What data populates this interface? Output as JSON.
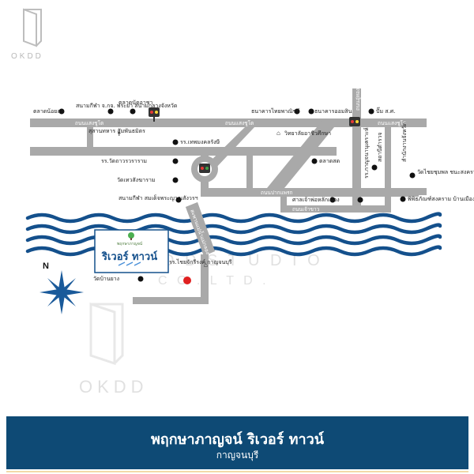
{
  "brand": {
    "logo_text": "OKDD",
    "watermark_line1": "O  K  D  D     S T U D I O",
    "watermark_line2": "C  O  .     L T D .",
    "watermark_bottom": "OKDD"
  },
  "compass": {
    "label": "N"
  },
  "roads": {
    "top_left": "ถนนแสงชูโต",
    "top_mid": "ถนนแสงชูโต",
    "top_right": "ถนนแสงชูโต",
    "mid_road": "ถนนปากแพรก",
    "mid_road2": "ถนนเจ้าขาว",
    "vertical_right": "ถนนอู่ทอง",
    "bridge_road": "สะพานแม่น้ำแม่กลอง"
  },
  "landmarks": [
    {
      "id": "market",
      "label": "ตลาดน้อยลง"
    },
    {
      "id": "stadium",
      "label": "สนามกีฬา จ.กจ. พระยา สนามกลางจังหวัด"
    },
    {
      "id": "police",
      "label": "ตลาดนัดอาชา"
    },
    {
      "id": "cemetery",
      "label": "สุสานทหาร สัมพันธมิตร"
    },
    {
      "id": "hospital",
      "label": "รร.เทพมงคลรังษี"
    },
    {
      "id": "temple1",
      "label": "รร.วัดถาวรวราราม"
    },
    {
      "id": "temple2",
      "label": "วัดเทวสังฆาราม"
    },
    {
      "id": "park",
      "label": "สนามกีฬา สมเด็จพระญาณสังวรฯ"
    },
    {
      "id": "bank1",
      "label": "ธนาคารไทยพาณิชย์"
    },
    {
      "id": "bank2",
      "label": "ธนาคารออมสิน"
    },
    {
      "id": "college",
      "label": "วิทยาลัยอาชีวศึกษา"
    },
    {
      "id": "market2",
      "label": "ตลาดสด"
    },
    {
      "id": "shrine",
      "label": "ศาลเจ้าพ่อหลักเมือง"
    },
    {
      "id": "gas",
      "label": "ปั๊ม ส.ศ."
    },
    {
      "id": "school_r",
      "label": "รร.กาญจนานุเคราะห์"
    },
    {
      "id": "police_r",
      "label": "สถานีตำรวจ"
    },
    {
      "id": "provincial",
      "label": "สำนักงานจังหวัด"
    },
    {
      "id": "hall",
      "label": "วัดไชยชุมพล ชนะสงคราม"
    },
    {
      "id": "museum",
      "label": "พิพิธภัณฑ์สงคราม บ้านเมืองเก่า"
    },
    {
      "id": "school_b",
      "label": "รร.ไชยจักรีรงค์ กาญจนบุรี"
    },
    {
      "id": "temple_b",
      "label": "วัดบ้านยาง"
    }
  ],
  "project_sign": {
    "small": "พฤกษาภาญจน์",
    "name": "ริเวอร์ ทาวน์"
  },
  "banner": {
    "title": "พฤกษาภาญจน์ ริเวอร์ ทาวน์",
    "subtitle": "กาญจนบุรี"
  },
  "colors": {
    "road": "#a9a9a9",
    "river": "#14508c",
    "banner": "#0e4a75",
    "marker": "#e02020",
    "compass": "#1a5a9a"
  }
}
